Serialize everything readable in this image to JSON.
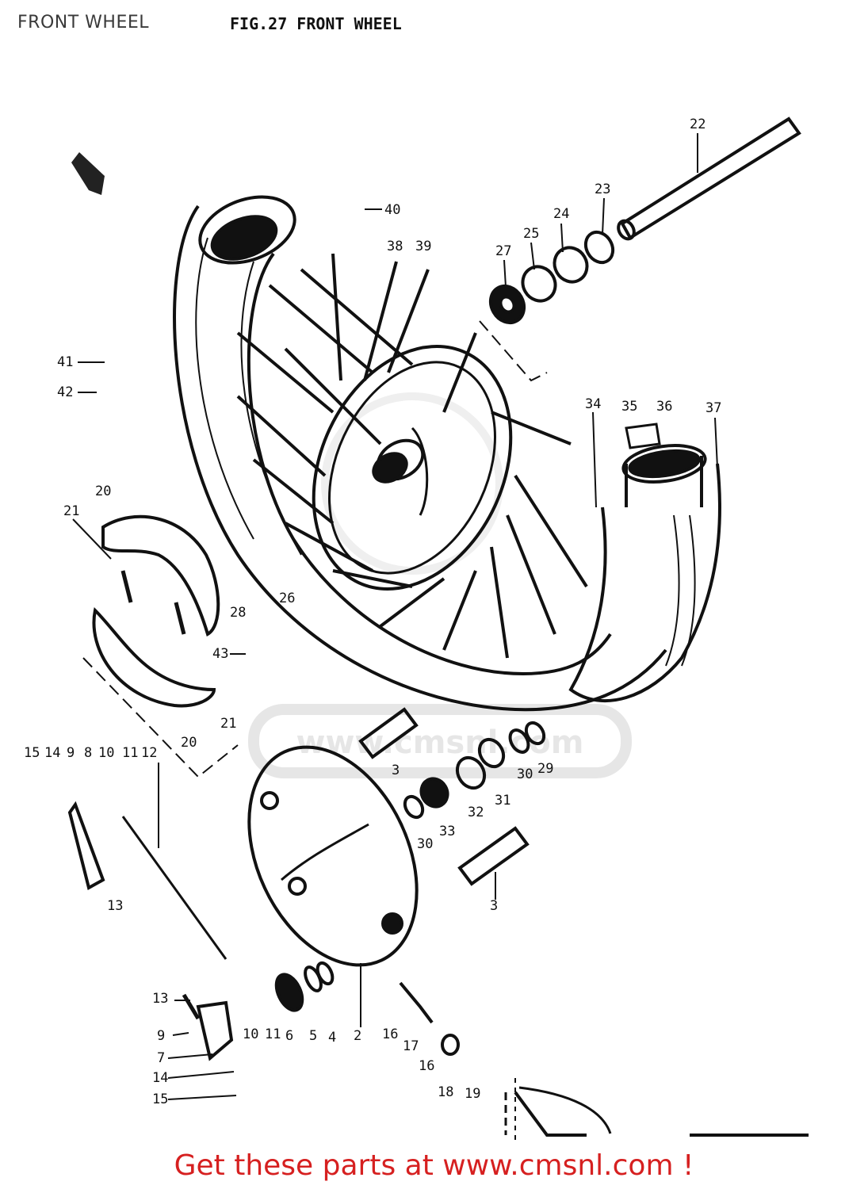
{
  "header": {
    "section_label": "FRONT WHEEL",
    "figure_title": "FIG.27  FRONT WHEEL"
  },
  "footer": {
    "cta": "Get these parts at www.cmsnl.com !"
  },
  "watermark": "www.cmsnl.com",
  "colors": {
    "ink": "#111111",
    "cta": "#d62020",
    "watermark": "#e6e6e6"
  },
  "parts": [
    {
      "id": "p22",
      "label": "22"
    },
    {
      "id": "p23",
      "label": "23"
    },
    {
      "id": "p24",
      "label": "24"
    },
    {
      "id": "p25",
      "label": "25"
    },
    {
      "id": "p27",
      "label": "27"
    },
    {
      "id": "p40",
      "label": "40"
    },
    {
      "id": "p38",
      "label": "38"
    },
    {
      "id": "p39",
      "label": "39"
    },
    {
      "id": "p41",
      "label": "41"
    },
    {
      "id": "p42",
      "label": "42"
    },
    {
      "id": "p34",
      "label": "34"
    },
    {
      "id": "p35",
      "label": "35"
    },
    {
      "id": "p36",
      "label": "36"
    },
    {
      "id": "p37",
      "label": "37"
    },
    {
      "id": "p20a",
      "label": "20"
    },
    {
      "id": "p21a",
      "label": "21"
    },
    {
      "id": "p28",
      "label": "28"
    },
    {
      "id": "p26",
      "label": "26"
    },
    {
      "id": "p43",
      "label": "43"
    },
    {
      "id": "p21b",
      "label": "21"
    },
    {
      "id": "p20b",
      "label": "20"
    },
    {
      "id": "p3a",
      "label": "3"
    },
    {
      "id": "p29",
      "label": "29"
    },
    {
      "id": "p30a",
      "label": "30"
    },
    {
      "id": "p31",
      "label": "31"
    },
    {
      "id": "p32",
      "label": "32"
    },
    {
      "id": "p33",
      "label": "33"
    },
    {
      "id": "p30b",
      "label": "30"
    },
    {
      "id": "p3b",
      "label": "3"
    },
    {
      "id": "p15a",
      "label": "15"
    },
    {
      "id": "p14a",
      "label": "14"
    },
    {
      "id": "p9a",
      "label": "9"
    },
    {
      "id": "p8",
      "label": "8"
    },
    {
      "id": "p10a",
      "label": "10"
    },
    {
      "id": "p11a",
      "label": "11"
    },
    {
      "id": "p12",
      "label": "12"
    },
    {
      "id": "p13a",
      "label": "13"
    },
    {
      "id": "p13b",
      "label": "13"
    },
    {
      "id": "p9b",
      "label": "9"
    },
    {
      "id": "p7",
      "label": "7"
    },
    {
      "id": "p14b",
      "label": "14"
    },
    {
      "id": "p15b",
      "label": "15"
    },
    {
      "id": "p10b",
      "label": "10"
    },
    {
      "id": "p11b",
      "label": "11"
    },
    {
      "id": "p6",
      "label": "6"
    },
    {
      "id": "p5",
      "label": "5"
    },
    {
      "id": "p4",
      "label": "4"
    },
    {
      "id": "p2",
      "label": "2"
    },
    {
      "id": "p16a",
      "label": "16"
    },
    {
      "id": "p17",
      "label": "17"
    },
    {
      "id": "p16b",
      "label": "16"
    },
    {
      "id": "p18",
      "label": "18"
    },
    {
      "id": "p19",
      "label": "19"
    }
  ]
}
